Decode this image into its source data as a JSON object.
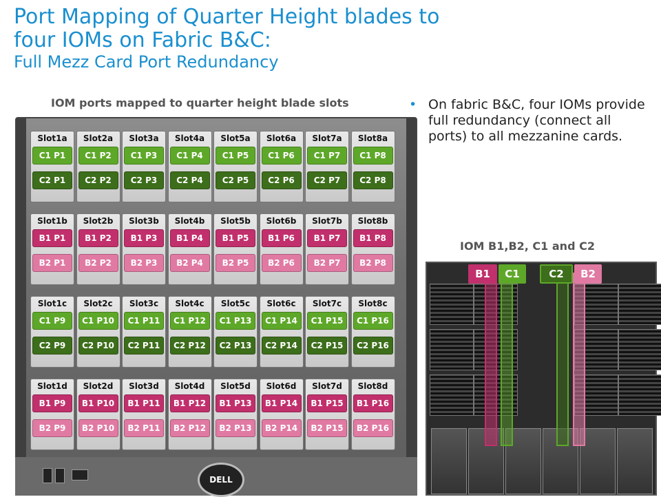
{
  "title": {
    "line1": "Port Mapping of Quarter Height blades to",
    "line2": "four IOMs on Fabric B&C:",
    "line3": "Full Mezz Card Port Redundancy"
  },
  "left_caption": "IOM ports mapped to quarter height blade slots",
  "bullet": "On fabric B&C, four IOMs provide full redundancy (connect all ports) to all mezzanine cards.",
  "right_caption": "IOM B1,B2, C1 and C2",
  "colors": {
    "c1": "#5ea829",
    "c2": "#3d6e1b",
    "b1": "#c1306c",
    "b2": "#e07aa3",
    "title": "#1a8fcf"
  },
  "rows": [
    {
      "slots": [
        "Slot1a",
        "Slot2a",
        "Slot3a",
        "Slot4a",
        "Slot5a",
        "Slot6a",
        "Slot7a",
        "Slot8a"
      ],
      "port1": [
        "C1 P1",
        "C1 P2",
        "C1 P3",
        "C1 P4",
        "C1 P5",
        "C1 P6",
        "C1 P7",
        "C1 P8"
      ],
      "port2": [
        "C2 P1",
        "C2 P2",
        "C2 P3",
        "C2 P4",
        "C2 P5",
        "C2 P6",
        "C2 P7",
        "C2 P8"
      ]
    },
    {
      "slots": [
        "Slot1b",
        "Slot2b",
        "Slot3b",
        "Slot4b",
        "Slot5b",
        "Slot6b",
        "Slot7b",
        "Slot8b"
      ],
      "port1": [
        "B1 P1",
        "B1 P2",
        "B1 P3",
        "B1 P4",
        "B1 P5",
        "B1 P6",
        "B1 P7",
        "B1 P8"
      ],
      "port2": [
        "B2 P1",
        "B2 P2",
        "B2 P3",
        "B2 P4",
        "B2 P5",
        "B2 P6",
        "B2 P7",
        "B2 P8"
      ]
    },
    {
      "slots": [
        "Slot1c",
        "Slot2c",
        "Slot3c",
        "Slot4c",
        "Slot5c",
        "Slot6c",
        "Slot7c",
        "Slot8c"
      ],
      "port1": [
        "C1 P9",
        "C1 P10",
        "C1 P11",
        "C1 P12",
        "C1 P13",
        "C1 P14",
        "C1 P15",
        "C1 P16"
      ],
      "port2": [
        "C2 P9",
        "C2 P10",
        "C2 P11",
        "C2 P12",
        "C2 P13",
        "C2 P14",
        "C2 P15",
        "C2 P16"
      ]
    },
    {
      "slots": [
        "Slot1d",
        "Slot2d",
        "Slot3d",
        "Slot4d",
        "Slot5d",
        "Slot6d",
        "Slot7d",
        "Slot8d"
      ],
      "port1": [
        "B1 P9",
        "B1 P10",
        "B1 P11",
        "B1 P12",
        "B1 P13",
        "B1 P14",
        "B1 P15",
        "B1 P16"
      ],
      "port2": [
        "B2 P9",
        "B2 P10",
        "B2 P11",
        "B2 P12",
        "B2 P13",
        "B2 P14",
        "B2 P15",
        "B2 P16"
      ]
    }
  ],
  "iom_tags": [
    "B1",
    "C1",
    "C2",
    "B2"
  ],
  "logo": "DELL"
}
